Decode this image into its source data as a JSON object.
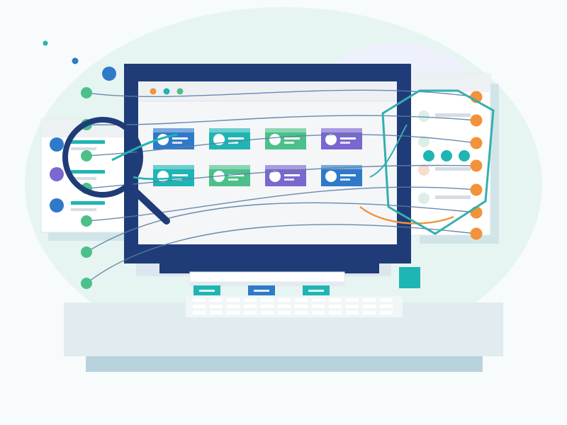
{
  "colors": {
    "background": "#f7fbfb",
    "blob_mint": "#e6f5f1",
    "blob_lavender": "#eef1fb",
    "monitor_frame": "#1f3c78",
    "screen": "#f4f6f8",
    "screen_bar": "#eef1f4",
    "green": "#4cc08a",
    "teal": "#1fb5b4",
    "blue": "#2f79c9",
    "purple": "#7a67cf",
    "orange": "#f2923a",
    "connector_line": "#5a7fa3",
    "desk": "#e0ecf0",
    "desk_shadow": "#b9d3de",
    "shield": "#34aeb0"
  },
  "screen": {
    "window_dots": [
      "orange",
      "teal",
      "green"
    ],
    "cards_row_1": [
      "blue",
      "teal",
      "green",
      "purple"
    ],
    "cards_row_2": [
      "teal",
      "green",
      "purple",
      "blue"
    ]
  },
  "keyboard": {
    "tabs": [
      "teal",
      "blue",
      "teal"
    ],
    "key_rows": 3,
    "keys_per_row": 12
  },
  "left_panel": {
    "avatar_colors": [
      "blue",
      "purple",
      "blue"
    ]
  },
  "right_panel": {
    "teal_dots": 3
  },
  "icons": [
    "magnifier-icon",
    "shield-icon",
    "node-icon"
  ]
}
